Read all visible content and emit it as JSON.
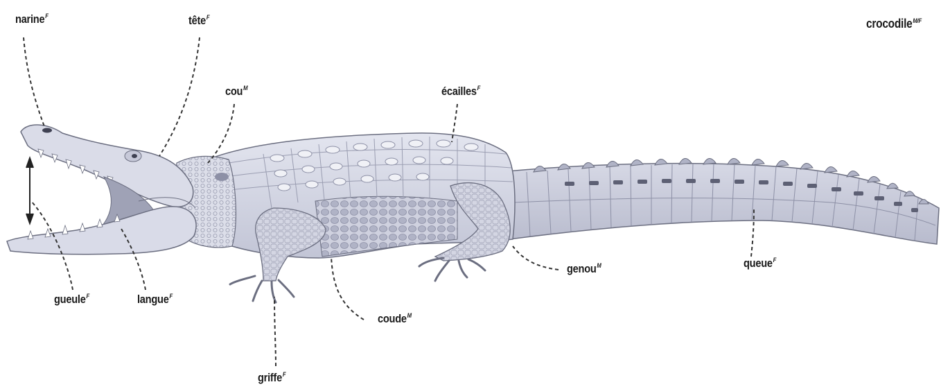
{
  "title": {
    "word": "crocodile",
    "gender": "M/F"
  },
  "labels": {
    "narine": {
      "word": "narine",
      "gender": "F"
    },
    "tete": {
      "word": "tête",
      "gender": "F"
    },
    "cou": {
      "word": "cou",
      "gender": "M"
    },
    "ecailles": {
      "word": "écailles",
      "gender": "F"
    },
    "gueule": {
      "word": "gueule",
      "gender": "F"
    },
    "langue": {
      "word": "langue",
      "gender": "F"
    },
    "coude": {
      "word": "coude",
      "gender": "M"
    },
    "griffe": {
      "word": "griffe",
      "gender": "F"
    },
    "genou": {
      "word": "genou",
      "gender": "M"
    },
    "queue": {
      "word": "queue",
      "gender": "F"
    }
  },
  "colors": {
    "body": "#d9dbe8",
    "belly": "#e6e7f0",
    "shade": "#b9bccf",
    "outline": "#6b6e80",
    "scale_dark": "#8d90a6",
    "mouth": "#c9cad6",
    "leader": "#333333"
  }
}
